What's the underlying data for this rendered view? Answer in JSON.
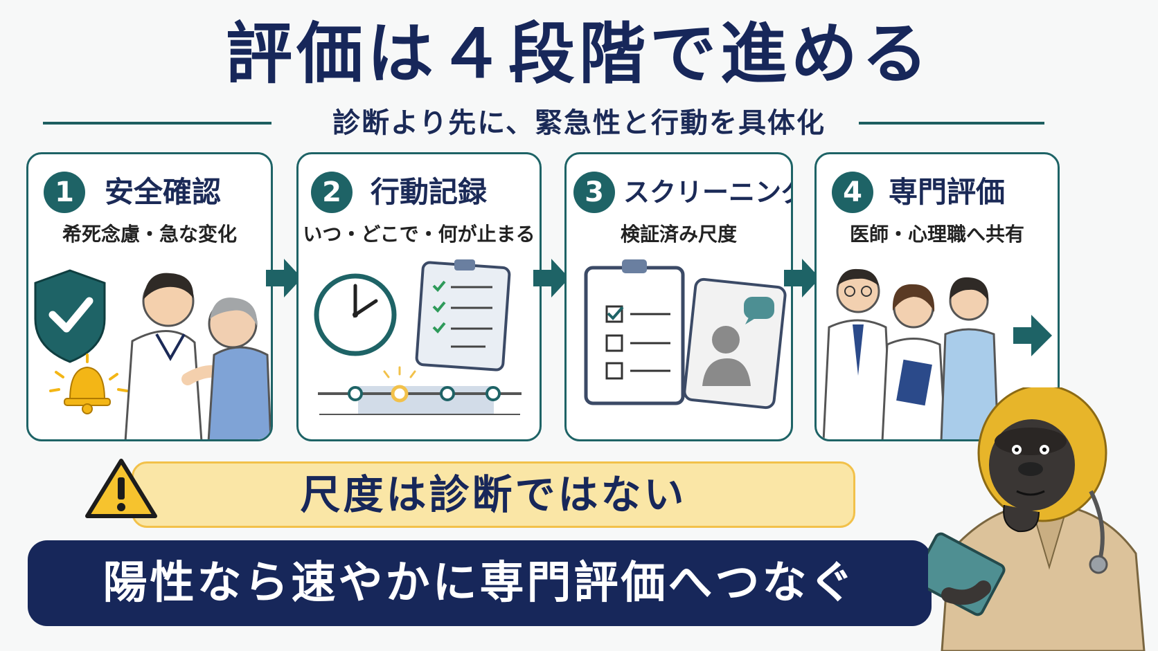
{
  "header": {
    "title": "評価は４段階で進める",
    "subtitle": "診断より先に、緊急性と行動を具体化"
  },
  "steps": [
    {
      "number": "1",
      "title": "安全確認",
      "description": "希死念慮・急な変化"
    },
    {
      "number": "2",
      "title": "行動記録",
      "description": "いつ・どこで・何が止まる"
    },
    {
      "number": "3",
      "title": "スクリーニング",
      "description": "検証済み尺度"
    },
    {
      "number": "4",
      "title": "専門評価",
      "description": "医師・心理職へ共有"
    }
  ],
  "warning": {
    "text": "尺度は診断ではない"
  },
  "conclusion": {
    "text": "陽性なら速やかに専門評価へつなぐ"
  },
  "colors": {
    "navy": "#17275a",
    "teal": "#1e6366",
    "warning_fill": "#fae6a6",
    "warning_border": "#f2c14a",
    "gorilla_fur": "#e7b52a"
  },
  "icons": [
    "shield-check-icon",
    "bell-icon",
    "clock-icon",
    "clipboard-icon",
    "timeline-icon",
    "chat-avatar-icon",
    "warning-triangle-icon",
    "arrow-right-icon"
  ]
}
